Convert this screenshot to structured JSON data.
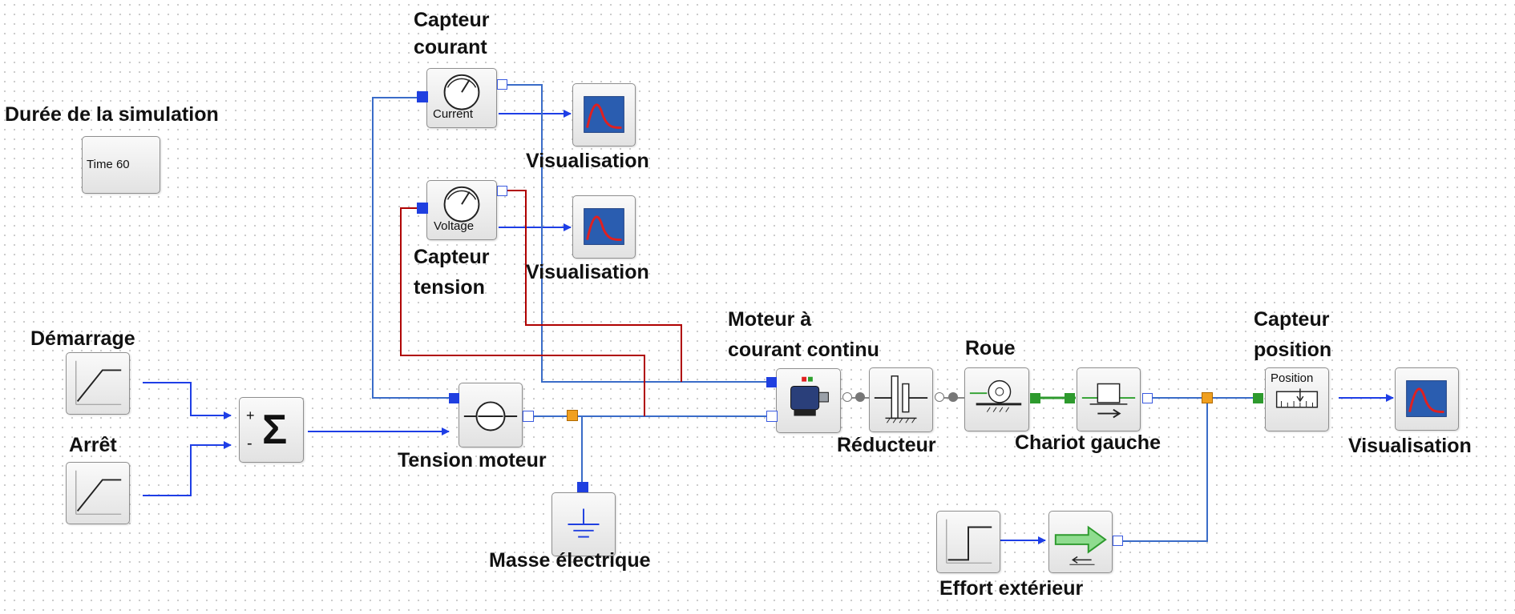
{
  "labels": {
    "duree": "Durée de la simulation",
    "capteur_courant": "Capteur\ncourant",
    "capteur_tension": "Capteur\ntension",
    "visu_courant": "Visualisation",
    "visu_tension": "Visualisation",
    "demarrage": "Démarrage",
    "arret": "Arrêt",
    "tension_moteur": "Tension moteur",
    "masse": "Masse électrique",
    "moteur": "Moteur à\ncourant continu",
    "reducteur": "Réducteur",
    "roue": "Roue",
    "chariot": "Chariot gauche",
    "capteur_position": "Capteur\nposition",
    "visu_position": "Visualisation",
    "effort": "Effort extérieur"
  },
  "blocks": {
    "time_text": "Time 60",
    "current_text": "Current",
    "voltage_text": "Voltage",
    "position_text": "Position",
    "sum_plus": "+",
    "sum_minus": "-",
    "sum_symbol": "Σ"
  },
  "colors": {
    "signal_wire": "#1e3ee6",
    "electric_wire": "#3a6cc8",
    "electric_wire_red": "#b00000",
    "mech_wire": "#2d9a2d",
    "block_border": "#8f8f8f"
  }
}
